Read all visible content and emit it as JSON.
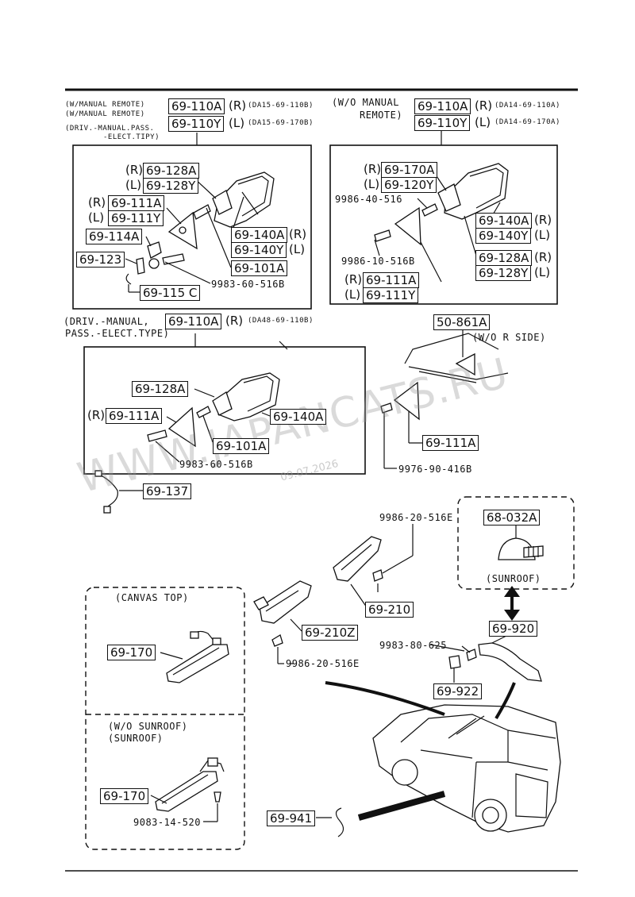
{
  "labels": {
    "w_manual_remote_1": "(W/MANUAL REMOTE)",
    "w_manual_remote_2": "(W/MANUAL REMOTE)",
    "driv_manual_pass": "(DRIV.-MANUAL.PASS.",
    "elect_tipy": "-ELECT.TIPY)",
    "wo_manual": "(W/O MANUAL",
    "remote": "REMOTE)",
    "driv_manual_pass_2": "(DRIV.-MANUAL,",
    "pass_elect_type": "PASS.-ELECT.TYPE)",
    "wo_r_side": "(W/O R SIDE)",
    "canvas_top": "(CANVAS TOP)",
    "sunroof": "(SUNROOF)",
    "wo_sunroof": "(W/O SUNROOF)",
    "sunroof_2": "(SUNROOF)",
    "r": "(R)",
    "l": "(L)"
  },
  "part_refs": {
    "p_DA15_69_110B": "(DA15-69-110B)",
    "p_DA15_69_170B": "(DA15-69-170B)",
    "p_DA14_69_110A": "(DA14-69-110A)",
    "p_DA14_69_170A": "(DA14-69-170A)",
    "p_DA48_69_110B": "(DA48-69-110B)"
  },
  "parts": {
    "p69_110A": "69-110A",
    "p69_110Y": "69-110Y",
    "p69_128A": "69-128A",
    "p69_128Y": "69-128Y",
    "p69_111A": "69-111A",
    "p69_111Y": "69-111Y",
    "p69_114A": "69-114A",
    "p69_123": "69-123",
    "p69_115C": "69-115 C",
    "p69_140A": "69-140A",
    "p69_140Y": "69-140Y",
    "p69_101A": "69-101A",
    "p69_170A": "69-170A",
    "p69_120Y": "69-120Y",
    "p50_861A": "50-861A",
    "p69_137": "69-137",
    "p68_032A": "68-032A",
    "p69_210": "69-210",
    "p69_210Z": "69-210Z",
    "p69_920": "69-920",
    "p69_922": "69-922",
    "p69_170": "69-170",
    "p69_941": "69-941"
  },
  "screws": {
    "s9986_40_516": "9986-40-516",
    "s9986_10_516B": "9986-10-516B",
    "s9983_60_516B": "9983-60-516B",
    "s9976_90_416B": "9976-90-416B",
    "s9986_20_516E": "9986-20-516E",
    "s9983_80_625": "9983-80-625",
    "s9083_14_520": "9083-14-520"
  },
  "watermark": {
    "text": "WWW.JAPANCATS.RU",
    "date": "09.07.2026"
  },
  "colors": {
    "ink": "#111111",
    "background": "#ffffff",
    "watermark": "#969696"
  }
}
